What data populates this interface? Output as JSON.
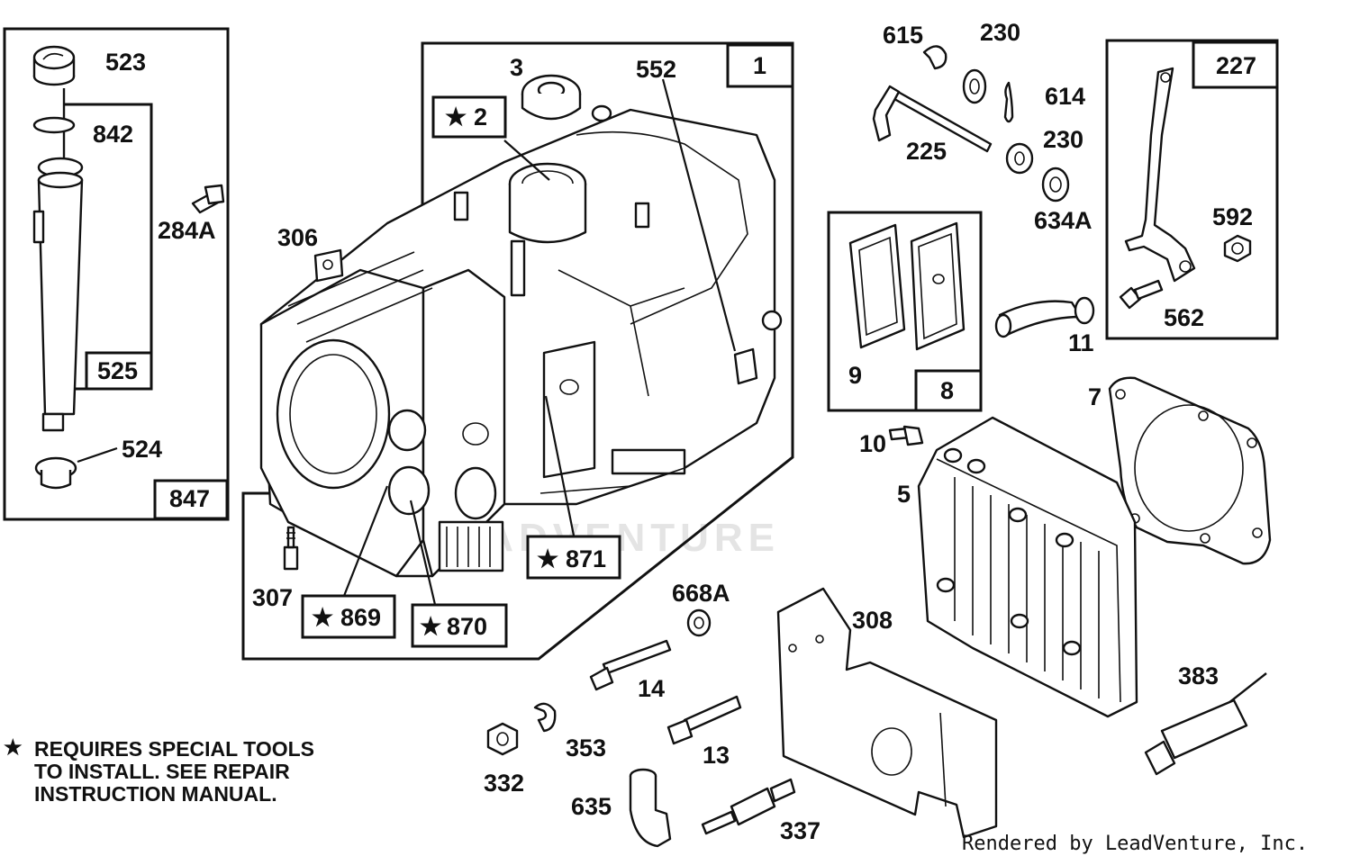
{
  "diagram": {
    "labels": {
      "l523": "523",
      "l842": "842",
      "l284a": "284A",
      "l525": "525",
      "l524": "524",
      "l847": "847",
      "l3": "3",
      "l552": "552",
      "l1": "1",
      "l2": "2",
      "l306": "306",
      "l307": "307",
      "l869": "869",
      "l870": "870",
      "l871": "871",
      "l615": "615",
      "l230a": "230",
      "l614": "614",
      "l225": "225",
      "l230b": "230",
      "l634a": "634A",
      "l227": "227",
      "l592": "592",
      "l562": "562",
      "l11": "11",
      "l9": "9",
      "l8": "8",
      "l7": "7",
      "l10": "10",
      "l5": "5",
      "l668a": "668A",
      "l308": "308",
      "l14": "14",
      "l13": "13",
      "l353": "353",
      "l332": "332",
      "l635": "635",
      "l337": "337",
      "l383": "383"
    },
    "star_symbol": "★",
    "note_lines": [
      "REQUIRES SPECIAL TOOLS",
      "TO INSTALL.  SEE REPAIR",
      "INSTRUCTION MANUAL."
    ],
    "watermark": "LEADVENTURE",
    "credit": "Rendered by LeadVenture, Inc."
  }
}
